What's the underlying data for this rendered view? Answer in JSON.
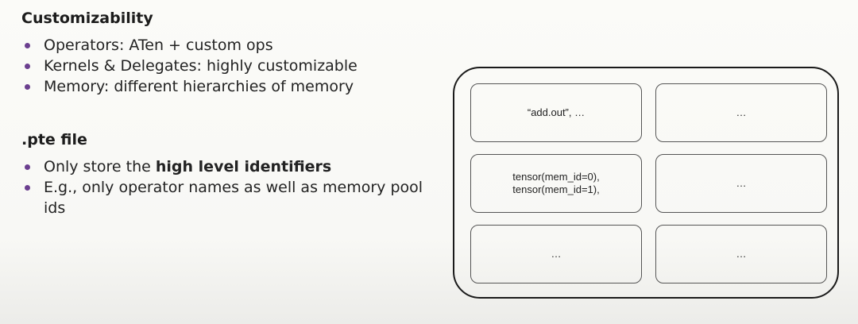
{
  "customizability": {
    "title": "Customizability",
    "items": [
      "Operators: ATen + custom ops",
      "Kernels & Delegates: highly customizable",
      "Memory: different hierarchies of memory"
    ]
  },
  "pte": {
    "title": ".pte file",
    "item1_prefix": "Only store the ",
    "item1_bold": "high level identifiers",
    "item2": "E.g., only operator names as well as memory pool ids"
  },
  "diagram": {
    "cells": [
      "“add.out”, …",
      "…",
      "tensor(mem_id=0),\ntensor(mem_id=1),",
      "…",
      "…",
      "…"
    ]
  },
  "colors": {
    "bullet": "#6b3f8f"
  }
}
